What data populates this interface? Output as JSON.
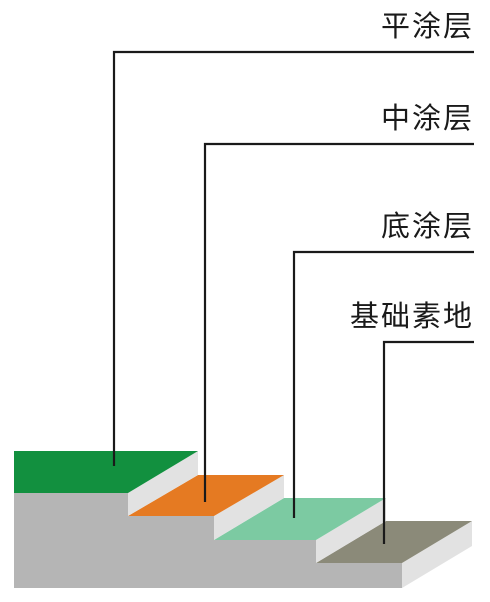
{
  "labels": {
    "top_coat": "平涂层",
    "middle_coat": "中涂层",
    "primer_coat": "底涂层",
    "substrate": "基础素地"
  },
  "colors": {
    "top_coat": "#12903f",
    "middle_coat": "#e57a22",
    "primer_coat": "#7ccaa2",
    "substrate": "#8b8a79",
    "slab_front": "#b5b5b5",
    "slab_side": "#e2e2e2",
    "leader_line": "#1a1a1a"
  }
}
